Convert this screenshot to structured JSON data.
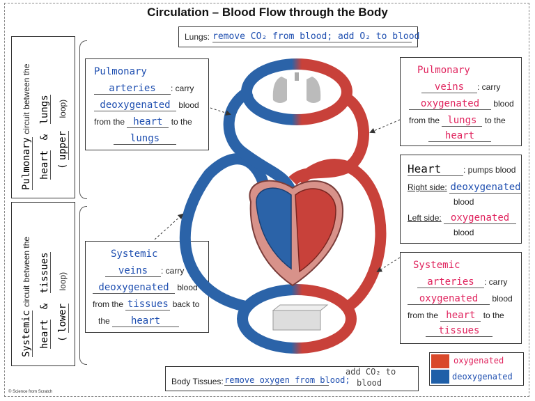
{
  "title": "Circulation – Blood Flow through the Body",
  "lungs_box": {
    "label": "Lungs:",
    "answer": "remove CO₂ from blood; add O₂ to blood"
  },
  "body_box": {
    "label": "Body Tissues:",
    "answer1": "remove oxygen from blood;",
    "answer2": "add CO₂ to",
    "answer3": "blood"
  },
  "pulm_circuit": {
    "word1": "Pulmonary",
    "text1": "circuit",
    "text2": "between the",
    "word2": "lungs",
    "word3": "heart",
    "amp": "&",
    "paren_open": "(",
    "word4": "upper",
    "text3": "loop)"
  },
  "sys_circuit": {
    "word1": "Systemic",
    "text1": "circuit",
    "text2": "between the",
    "word2": "tissues",
    "word3": "heart",
    "amp": "&",
    "paren_open": "(",
    "word4": "lower",
    "text3": "loop)"
  },
  "pulm_arteries": {
    "w1": "Pulmonary",
    "w2": "arteries",
    "t1": ": carry",
    "w3": "deoxygenated",
    "t2": "blood",
    "t3": "from the",
    "w4": "heart",
    "t4": "to the",
    "w5": "lungs"
  },
  "pulm_veins": {
    "w1": "Pulmonary",
    "w2": "veins",
    "t1": ": carry",
    "w3": "oxygenated",
    "t2": "blood",
    "t3": "from the",
    "w4": "lungs",
    "t4": "to the",
    "w5": "heart"
  },
  "heart_box": {
    "w1": "Heart",
    "t1": ": pumps blood",
    "t2": "Right side:",
    "w2": "deoxygenated",
    "t3": "blood",
    "t4": "Left side:",
    "w3": "oxygenated",
    "t5": "blood"
  },
  "sys_veins": {
    "w1": "Systemic",
    "w2": "veins",
    "t1": ": carry",
    "w3": "deoxygenated",
    "t2": "blood",
    "t3": "from the",
    "w4": "tissues",
    "t4": "back to",
    "t5": "the",
    "w5": "heart"
  },
  "sys_arteries": {
    "w1": "Systemic",
    "w2": "arteries",
    "t1": ": carry",
    "w3": "oxygenated",
    "t2": "blood",
    "t3": "from the",
    "w4": "heart",
    "t4": "to the",
    "w5": "tissues"
  },
  "legend": {
    "oxy": "oxygenated",
    "deoxy": "deoxygenated",
    "oxy_color": "#d9492a",
    "deoxy_color": "#1f5fa8"
  },
  "footer": "© Science from Scratch",
  "colors": {
    "red_vessel": "#c8413a",
    "blue_vessel": "#2b63a8",
    "heart_pink": "#d8928a"
  }
}
